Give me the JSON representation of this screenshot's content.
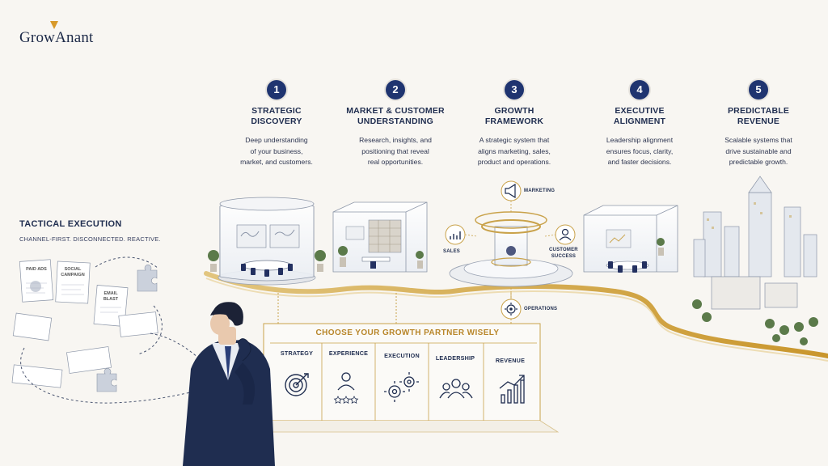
{
  "brand": {
    "name": "GrowAnant"
  },
  "steps": [
    {
      "number": "1",
      "title": "STRATEGIC\nDISCOVERY",
      "description": "Deep understanding\nof your business,\nmarket, and customers."
    },
    {
      "number": "2",
      "title": "MARKET & CUSTOMER\nUNDERSTANDING",
      "description": "Research, insights, and\npositioning that reveal\nreal opportunities."
    },
    {
      "number": "3",
      "title": "GROWTH\nFRAMEWORK",
      "description": "A strategic system that\naligns marketing, sales,\nproduct and operations."
    },
    {
      "number": "4",
      "title": "EXECUTIVE\nALIGNMENT",
      "description": "Leadership alignment\nensures focus, clarity,\nand faster decisions."
    },
    {
      "number": "5",
      "title": "PREDICTABLE\nREVENUE",
      "description": "Scalable systems that\ndrive sustainable and\npredictable growth."
    }
  ],
  "framework_ring": {
    "marketing": "MARKETING",
    "sales": "SALES",
    "customer_success": "CUSTOMER\nSUCCESS",
    "operations": "OPERATIONS"
  },
  "tactical": {
    "title": "TACTICAL EXECUTION",
    "subtitle": "CHANNEL-FIRST. DISCONNECTED. REACTIVE.",
    "docs": [
      "PAID ADS",
      "SOCIAL\nCAMPAIGN",
      "EMAIL\nBLAST"
    ]
  },
  "partner_board": {
    "title": "CHOOSE YOUR GROWTH PARTNER WISELY",
    "columns": [
      "STRATEGY",
      "EXPERIENCE",
      "EXECUTION",
      "LEADERSHIP",
      "REVENUE"
    ]
  },
  "colors": {
    "navy": "#1f3470",
    "gold": "#c9a24a",
    "background": "#f8f6f2"
  }
}
